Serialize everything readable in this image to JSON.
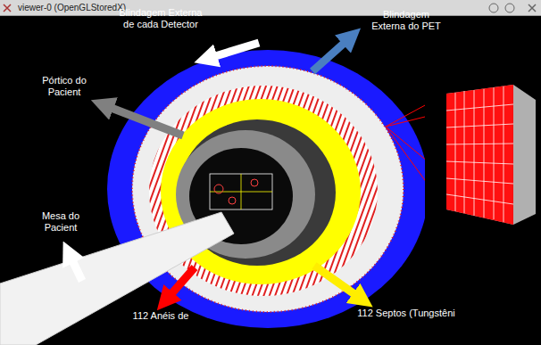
{
  "diagram": {
    "labels": [
      "viewer-0 (OpenGLStoredX)",
      "Blindagem Externa de cada Detector",
      "Blindagem Externa do PET",
      "Pórtico do Pacient",
      "Mesa do Pacient",
      "112 Anéis de",
      "112 Septos (Tungstêni"
    ]
  }
}
